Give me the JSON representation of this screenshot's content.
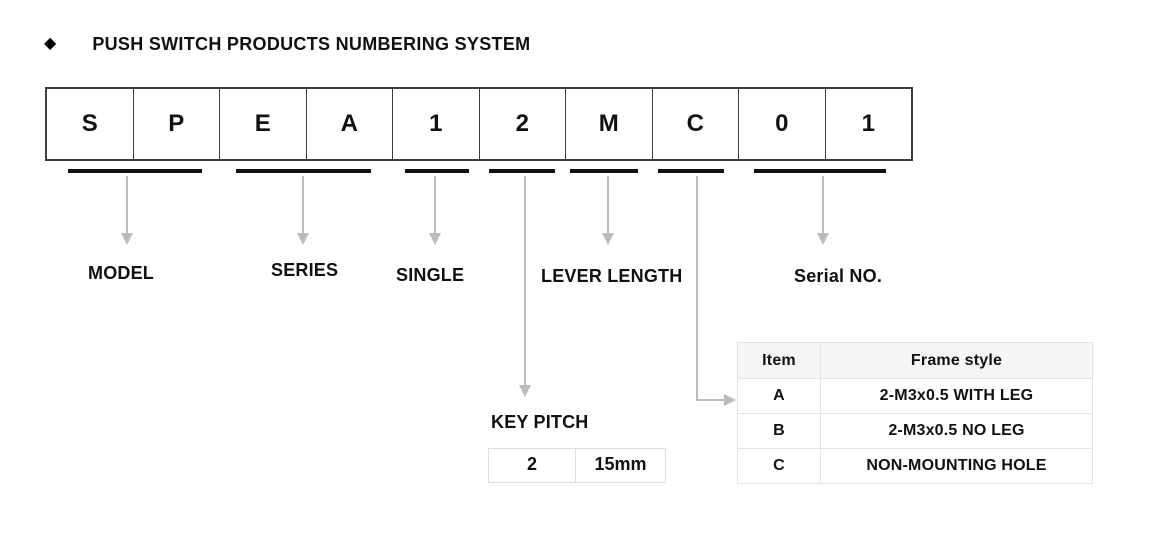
{
  "title": {
    "bullet": "◆",
    "text": "PUSH SWITCH PRODUCTS NUMBERING SYSTEM"
  },
  "code_boxes": {
    "cells": [
      "S",
      "P",
      "E",
      "A",
      "1",
      "2",
      "M",
      "C",
      "0",
      "1"
    ]
  },
  "labels": {
    "model": "MODEL",
    "series": "SERIES",
    "single": "SINGLE",
    "lever_length": "LEVER LENGTH",
    "serial_no": "Serial NO.",
    "key_pitch": "KEY PITCH"
  },
  "key_pitch_table": {
    "cells": [
      "2",
      "15mm"
    ]
  },
  "frame_table": {
    "headers": [
      "Item",
      "Frame style"
    ],
    "rows": [
      {
        "item": "A",
        "frame_style": "2-M3x0.5 WITH LEG"
      },
      {
        "item": "B",
        "frame_style": "2-M3x0.5 NO LEG"
      },
      {
        "item": "C",
        "frame_style": "NON-MOUNTING HOLE"
      }
    ]
  },
  "colors": {
    "underline": "#111111",
    "arrow": "#bcbcbc",
    "box_border": "#3d3d3d",
    "table_border": "#e3e3e3",
    "table_header_bg": "#f5f5f5"
  }
}
